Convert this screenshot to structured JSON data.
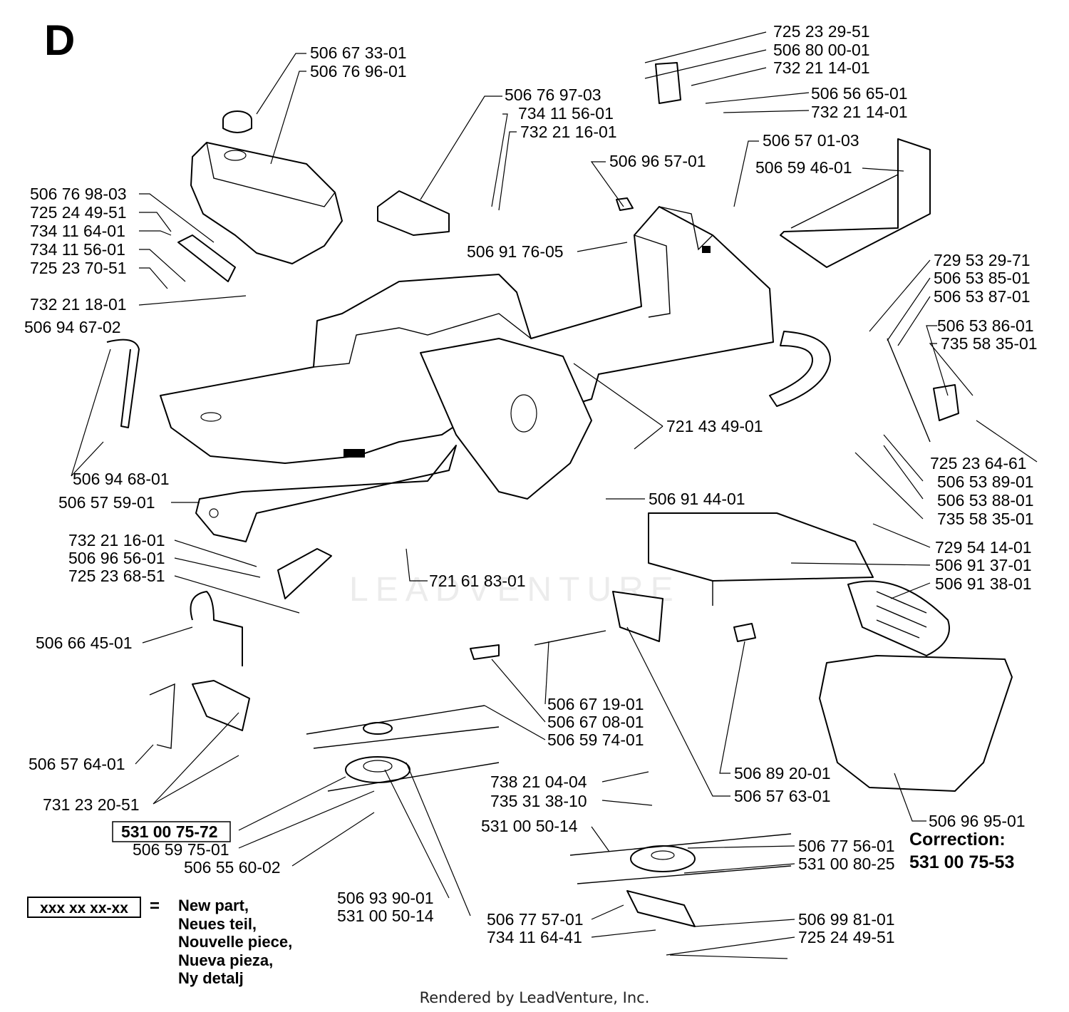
{
  "page_letter": "D",
  "watermark": "LEADVENTURE",
  "credit": "Rendered by LeadVenture, Inc.",
  "correction": {
    "label": "Correction:",
    "part": "531 00 75-53"
  },
  "legend": {
    "symbol": "xxx xx xx-xx",
    "equals": "=",
    "lines": [
      "New part,",
      "Neues teil,",
      "Nouvelle piece,",
      "Nueva pieza,",
      "Ny detalj"
    ]
  },
  "new_part_highlight": "531 00 75-72",
  "labels": [
    "506 67 33-01",
    "506 76 96-01",
    "506 76 97-03",
    "734 11 56-01",
    "732 21 16-01",
    "725 23 29-51",
    "506 80 00-01",
    "732 21 14-01",
    "506 56 65-01",
    "732 21 14-01",
    "506 57 01-03",
    "506 59 46-01",
    "506 96 57-01",
    "506 76 98-03",
    "725 24 49-51",
    "734 11 64-01",
    "734 11 56-01",
    "725 23 70-51",
    "732 21 18-01",
    "506 94 67-02",
    "506 91 76-05",
    "729 53 29-71",
    "506 53 85-01",
    "506 53 87-01",
    "506 53 86-01",
    "735 58 35-01",
    "721 43 49-01",
    "506 94 68-01",
    "506 57 59-01",
    "506 91 44-01",
    "725 23 64-61",
    "506 53 89-01",
    "506 53 88-01",
    "735 58 35-01",
    "732 21 16-01",
    "506 96 56-01",
    "725 23 68-51",
    "721 61 83-01",
    "729 54 14-01",
    "506 91 37-01",
    "506 91 38-01",
    "506 66 45-01",
    "506 67 19-01",
    "506 67 08-01",
    "506 59 74-01",
    "506 57 64-01",
    "731 23 20-51",
    "506 89 20-01",
    "506 57 63-01",
    "738 21 04-04",
    "735 31 38-10",
    "531 00 50-14",
    "506 96 95-01",
    "506 59 75-01",
    "506 55 60-02",
    "506 77 56-01",
    "531 00 80-25",
    "506 93 90-01",
    "531 00 50-14",
    "506 77 57-01",
    "734 11 64-41",
    "506 99 81-01",
    "725 24 49-51"
  ]
}
